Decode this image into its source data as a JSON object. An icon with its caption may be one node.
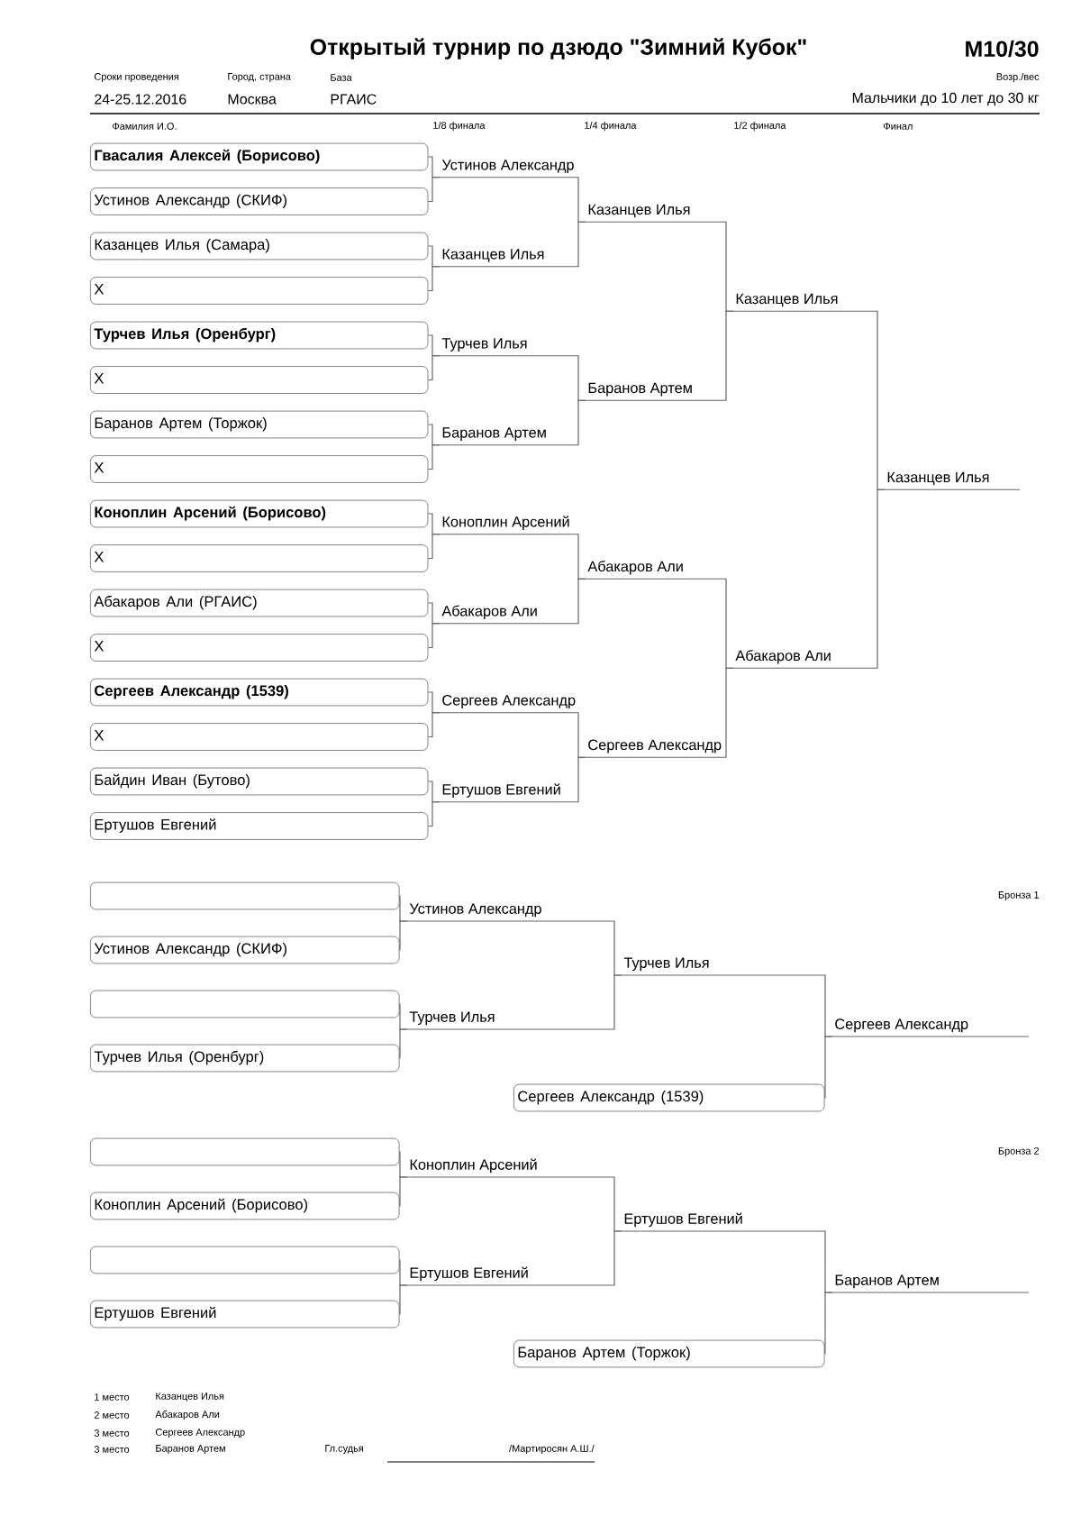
{
  "diagram": {
    "title": "Открытый турнир по дзюдо \"Зимний Кубок\"",
    "nodes": [
      {
        "text": [
          "Гвасалия Алексей (Борисово)"
        ]
      },
      {
        "text": [
          "Устинов Александр (СКИФ)"
        ]
      },
      {
        "text": [
          "Казанцев Илья (Самара)"
        ]
      },
      {
        "text": [
          "X"
        ]
      },
      {
        "text": [
          "Турчев Илья (Оренбург)"
        ]
      },
      {
        "text": [
          "X"
        ]
      },
      {
        "text": [
          "Баранов Артем (Торжок)"
        ]
      },
      {
        "text": [
          "X"
        ]
      },
      {
        "text": [
          "Коноплин Арсений (Борисово)"
        ]
      },
      {
        "text": [
          "X"
        ]
      },
      {
        "text": [
          "Абакаров Али (РГАИС)"
        ]
      },
      {
        "text": [
          "X"
        ]
      },
      {
        "text": [
          "Сергеев Александр (1539)"
        ]
      },
      {
        "text": [
          "X"
        ]
      },
      {
        "text": [
          "Байдин Иван (Бутово)"
        ]
      },
      {
        "text": [
          "Ертушов Евгений"
        ]
      },
      {
        "text": [
          "Устинов Александр"
        ]
      },
      {
        "text": [
          "Казанцев Илья"
        ]
      },
      {
        "text": [
          "Турчев Илья"
        ]
      },
      {
        "text": [
          "Баранов Артем"
        ]
      },
      {
        "text": [
          "Коноплин Арсений"
        ]
      },
      {
        "text": [
          "Абакаров Али"
        ]
      },
      {
        "text": [
          "Сергеев Александр"
        ]
      },
      {
        "text": [
          "Ертушов Евгений"
        ]
      },
      {
        "text": [
          "Казанцев Илья"
        ]
      },
      {
        "text": [
          "Баранов Артем"
        ]
      },
      {
        "text": [
          "Абакаров Али"
        ]
      },
      {
        "text": [
          "Сергеев Александр"
        ]
      },
      {
        "text": [
          "Казанцев Илья"
        ]
      },
      {
        "text": [
          "Абакаров Али"
        ]
      },
      {
        "text": [
          "Казанцев Илья"
        ]
      },
      {
        "text": [],
        "shape": "box"
      },
      {
        "text": [
          "Устинов Александр (СКИФ)"
        ]
      },
      {
        "text": [],
        "shape": "box"
      },
      {
        "text": [
          "Турчев Илья (Оренбург)"
        ]
      },
      {
        "text": [
          "Устинов Александр"
        ]
      },
      {
        "text": [
          "Турчев Илья"
        ]
      },
      {
        "text": [
          "Турчев Илья"
        ]
      },
      {
        "text": [
          "Сергеев Александр (1539)"
        ]
      },
      {
        "text": [
          "Сергеев Александр"
        ]
      },
      {
        "text": [],
        "shape": "box"
      },
      {
        "text": [
          "Коноплин Арсений (Борисово)"
        ]
      },
      {
        "text": [],
        "shape": "box"
      },
      {
        "text": [
          "Ертушов Евгений"
        ]
      },
      {
        "text": [
          "Коноплин Арсений"
        ]
      },
      {
        "text": [
          "Ертушов Евгений"
        ]
      },
      {
        "text": [
          "Ертушов Евгений"
        ]
      },
      {
        "text": [
          "Баранов Артем (Торжок)"
        ]
      },
      {
        "text": [
          "Баранов Артем"
        ]
      }
    ],
    "edges": [
      {
        "from": 0,
        "to": 16,
        "arrow": "none"
      },
      {
        "from": 1,
        "to": 16,
        "arrow": "none"
      },
      {
        "from": 2,
        "to": 17,
        "arrow": "none"
      },
      {
        "from": 3,
        "to": 17,
        "arrow": "none"
      },
      {
        "from": 4,
        "to": 18,
        "arrow": "none"
      },
      {
        "from": 5,
        "to": 18,
        "arrow": "none"
      },
      {
        "from": 6,
        "to": 19,
        "arrow": "none"
      },
      {
        "from": 7,
        "to": 19,
        "arrow": "none"
      },
      {
        "from": 8,
        "to": 20,
        "arrow": "none"
      },
      {
        "from": 9,
        "to": 20,
        "arrow": "none"
      },
      {
        "from": 10,
        "to": 21,
        "arrow": "none"
      },
      {
        "from": 11,
        "to": 21,
        "arrow": "none"
      },
      {
        "from": 12,
        "to": 22,
        "arrow": "none"
      },
      {
        "from": 13,
        "to": 22,
        "arrow": "none"
      },
      {
        "from": 14,
        "to": 23,
        "arrow": "none"
      },
      {
        "from": 15,
        "to": 23,
        "arrow": "none"
      },
      {
        "from": 16,
        "to": 24,
        "arrow": "none"
      },
      {
        "from": 17,
        "to": 24,
        "arrow": "none"
      },
      {
        "from": 18,
        "to": 25,
        "arrow": "none"
      },
      {
        "from": 19,
        "to": 25,
        "arrow": "none"
      },
      {
        "from": 20,
        "to": 26,
        "arrow": "none"
      },
      {
        "from": 21,
        "to": 26,
        "arrow": "none"
      },
      {
        "from": 22,
        "to": 27,
        "arrow": "none"
      },
      {
        "from": 23,
        "to": 27,
        "arrow": "none"
      },
      {
        "from": 24,
        "to": 28,
        "arrow": "none"
      },
      {
        "from": 25,
        "to": 28,
        "arrow": "none"
      },
      {
        "from": 26,
        "to": 29,
        "arrow": "none"
      },
      {
        "from": 27,
        "to": 29,
        "arrow": "none"
      },
      {
        "from": 28,
        "to": 30,
        "arrow": "none"
      },
      {
        "from": 29,
        "to": 30,
        "arrow": "none"
      },
      {
        "from": 31,
        "to": 35,
        "arrow": "none"
      },
      {
        "from": 32,
        "to": 35,
        "arrow": "none"
      },
      {
        "from": 33,
        "to": 36,
        "arrow": "none"
      },
      {
        "from": 34,
        "to": 36,
        "arrow": "none"
      },
      {
        "from": 35,
        "to": 37,
        "arrow": "none"
      },
      {
        "from": 36,
        "to": 37,
        "arrow": "none"
      },
      {
        "from": 37,
        "to": 39,
        "arrow": "none"
      },
      {
        "from": 38,
        "to": 39,
        "arrow": "none"
      },
      {
        "from": 40,
        "to": 44,
        "arrow": "none"
      },
      {
        "from": 41,
        "to": 44,
        "arrow": "none"
      },
      {
        "from": 42,
        "to": 45,
        "arrow": "none"
      },
      {
        "from": 43,
        "to": 45,
        "arrow": "none"
      },
      {
        "from": 44,
        "to": 46,
        "arrow": "none"
      },
      {
        "from": 45,
        "to": 46,
        "arrow": "none"
      },
      {
        "from": 46,
        "to": 48,
        "arrow": "none"
      },
      {
        "from": 47,
        "to": 48,
        "arrow": "none"
      }
    ],
    "labels": [
      "M10/30",
      "Сроки проведения",
      "Город, страна",
      "База",
      "Возр./вес",
      "24-25.12.2016",
      "Москва",
      "РГАИС",
      "Мальчики до 10 лет до 30 кг",
      "Фамилия И.О.",
      "1/8 финала",
      "1/4 финала",
      "1/2 финала",
      "Финал",
      "Бронза 1",
      "Бронза 2",
      "1 место",
      "Казанцев Илья",
      "2 место",
      "Абакаров Али",
      "3 место",
      "Сергеев Александр",
      "3 место",
      "Баранов Артем",
      "Гл.судья",
      "/Мартиросян А.Ш./"
    ]
  }
}
